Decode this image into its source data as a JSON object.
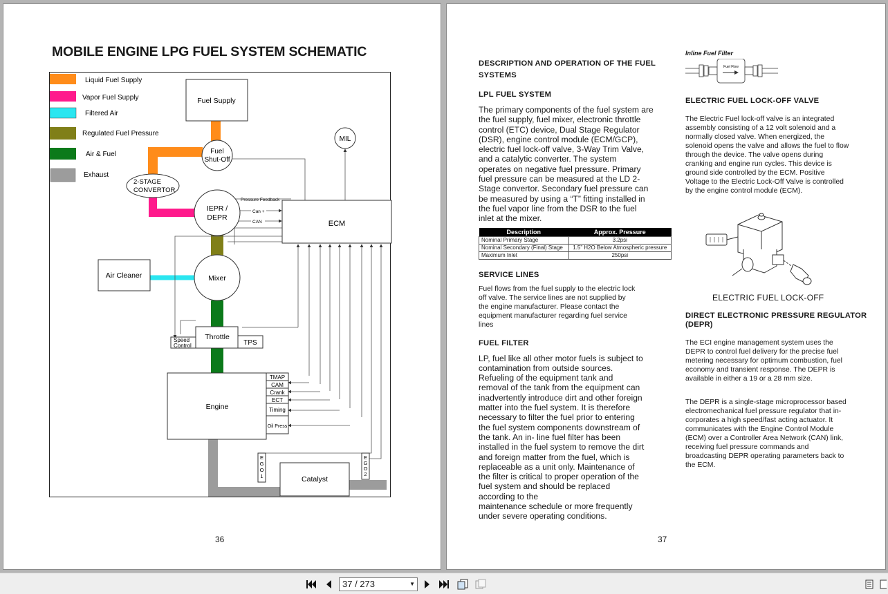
{
  "left_page": {
    "title": "MOBILE ENGINE LPG FUEL SYSTEM SCHEMATIC",
    "page_number": "36",
    "legend": [
      {
        "label": "Liquid Fuel Supply",
        "color": "#ff8c1a"
      },
      {
        "label": "Vapor Fuel Supply",
        "color": "#ff1a8c"
      },
      {
        "label": "Filtered Air",
        "color": "#2ae6f0"
      },
      {
        "label": "Regulated Fuel Pressure",
        "color": "#807f18"
      },
      {
        "label": "Air & Fuel",
        "color": "#0b7a1a"
      },
      {
        "label": "Exhaust",
        "color": "#9c9c9c"
      }
    ],
    "diagram": {
      "fuel_supply": "Fuel Supply",
      "fuel_shutoff_1": "Fuel",
      "fuel_shutoff_2": "Shut-Off",
      "mil": "MIL",
      "convertor_1": "2-STAGE",
      "convertor_2": "CONVERTOR",
      "iepr_1": "IEPR /",
      "iepr_2": "DEPR",
      "pressure_feedback": "Pressure Feedback",
      "can_plus": "Can +",
      "can_minus": "CAN",
      "ecm": "ECM",
      "air_cleaner": "Air Cleaner",
      "mixer": "Mixer",
      "speed_1": "Speed",
      "speed_2": "Control",
      "throttle": "Throttle",
      "tps": "TPS",
      "engine": "Engine",
      "sensors": [
        "TMAP",
        "CAM",
        "Crank",
        "ECT",
        "Timing",
        "Oil Press"
      ],
      "ego1": [
        "E",
        "G",
        "O",
        "1"
      ],
      "ego2": [
        "E",
        "G",
        "O",
        "2"
      ],
      "catalyst": "Catalyst"
    }
  },
  "right_page": {
    "page_number": "37",
    "heading_desc_1": "DESCRIPTION AND OPERATION OF THE FUEL",
    "heading_desc_2": "SYSTEMS",
    "heading_lpl": "LPL FUEL SYSTEM",
    "lpl_lines": [
      "The primary components of the fuel system are",
      "the fuel supply, fuel mixer, electronic throttle",
      "control (ETC) device, Dual Stage Regulator",
      "(DSR), engine control module (ECM/GCP),",
      "electric fuel lock-off valve, 3-Way Trim Valve,",
      "and a catalytic converter. The system",
      "operates on negative fuel pressure. Primary",
      "fuel pressure can be measured at the LD 2-",
      "Stage convertor. Secondary fuel pressure can",
      "be measured by using a “T” fitting installed in",
      "the fuel vapor line from the DSR to the fuel",
      "inlet at the mixer."
    ],
    "pressure_table": {
      "headers": [
        "Description",
        "Approx. Pressure"
      ],
      "rows": [
        [
          "Nominal Primary Stage",
          "3.2psi"
        ],
        [
          "Nominal Secondary (Final) Stage",
          "1.5” H2O Below Atmospheric pressure"
        ],
        [
          "Maximum Inlet",
          "250psi"
        ]
      ]
    },
    "heading_service": "SERVICE LINES",
    "service_lines": [
      "Fuel flows from the fuel supply to the electric lock",
      "off valve. The service lines are not supplied by",
      "the engine manufacturer. Please contact the",
      "equipment manufacturer regarding fuel service",
      "lines"
    ],
    "heading_filter": "FUEL FILTER",
    "filter_lines": [
      "LP, fuel like all other motor fuels is subject to",
      "contamination from outside sources.",
      "Refueling of the equipment tank and",
      "removal of the tank from the equipment can",
      "inadvertently introduce dirt and other foreign",
      "matter into the fuel system. It is therefore",
      "necessary to filter the fuel prior to entering",
      "the fuel system components downstream of",
      "the tank. An in- line fuel filter has been",
      "installed in the fuel system to remove the dirt",
      "and foreign matter from the fuel, which is",
      "replaceable as a unit only. Maintenance of",
      "the filter is critical to proper operation of the",
      "fuel system and should be replaced",
      "according to the",
      "maintenance schedule or more frequently",
      "under severe operating conditions."
    ],
    "inline_filter_caption": "Inline Fuel Filter",
    "fuel_flow_label": "Fuel Flow",
    "heading_lockoff": "ELECTRIC FUEL LOCK-OFF VALVE",
    "lockoff_lines": [
      "The Electric Fuel lock-off valve is an integrated",
      "assembly consisting of a 12 volt solenoid and a",
      "normally closed valve. When energized, the",
      "solenoid opens the valve and allows the fuel to flow",
      "through the device. The valve opens during",
      "cranking and engine run cycles. This device is",
      "ground side controlled by the ECM. Positive",
      "Voltage to the Electric Lock-Off Valve is controlled",
      "by the engine control module (ECM)."
    ],
    "lockoff_caption": "ELECTRIC FUEL LOCK-OFF",
    "heading_depr_1": "DIRECT ELECTRONIC PRESSURE REGULATOR",
    "heading_depr_2": "(DEPR)",
    "depr_lines_1": [
      "The ECI engine management system uses the",
      "DEPR to control fuel delivery for the precise fuel",
      "metering necessary for optimum combustion, fuel",
      "economy and transient response. The DEPR is",
      "available in either a 19 or a 28 mm size."
    ],
    "depr_lines_2": [
      "The DEPR is a single-stage microprocessor based",
      "electromechanical fuel pressure regulator that in-",
      "corporates a high speed/fast acting actuator. It",
      "communicates with the Engine Control Module",
      "(ECM) over a Controller Area Network (CAN) link,",
      "receiving fuel pressure commands and",
      "broadcasting DEPR operating parameters back to",
      "the ECM."
    ]
  },
  "toolbar": {
    "page_indicator": "37 / 273",
    "icons": [
      "first-page-icon",
      "prev-page-icon",
      "next-page-icon",
      "last-page-icon",
      "single-page-icon",
      "two-page-icon"
    ]
  }
}
